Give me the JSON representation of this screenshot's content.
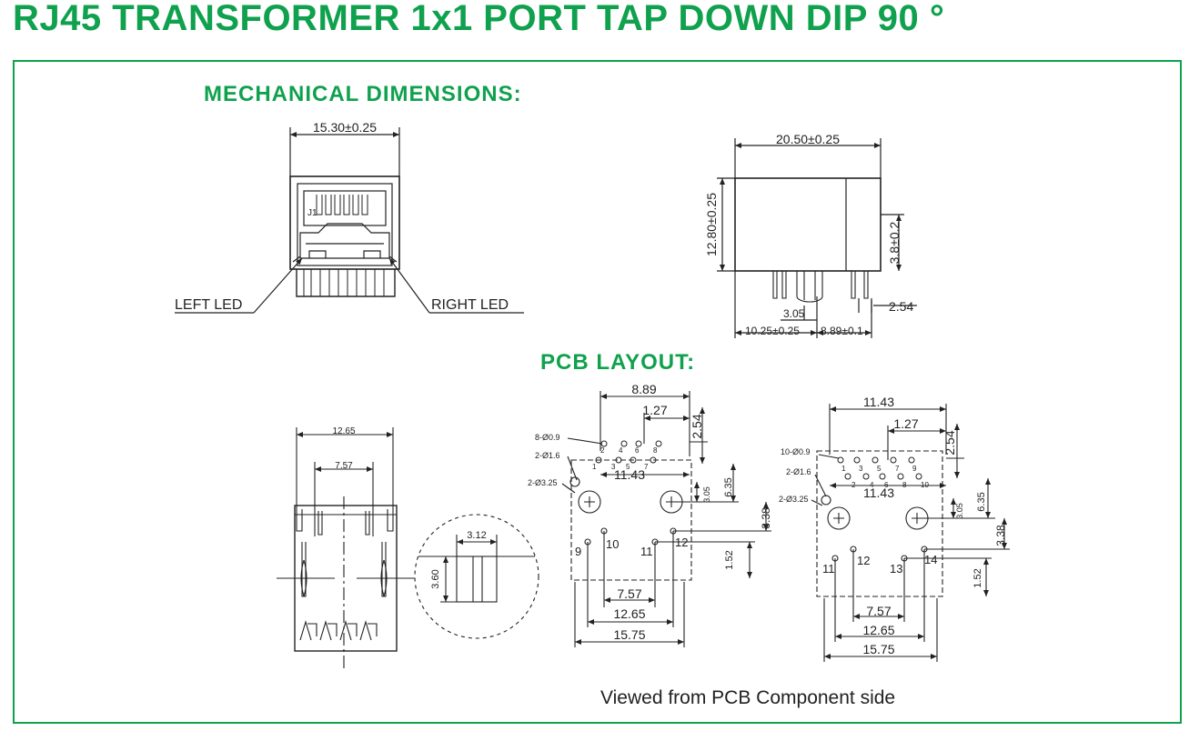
{
  "title": "RJ45 TRANSFORMER 1x1 PORT TAP DOWN DIP 90 °",
  "sections": {
    "mechanical": "MECHANICAL DIMENSIONS:",
    "pcb": "PCB LAYOUT:"
  },
  "caption": "Viewed from PCB Component side",
  "front_view": {
    "width": "15.30±0.25",
    "jack_label": "J1",
    "left_led": "LEFT LED",
    "right_led": "RIGHT LED"
  },
  "side_view": {
    "length": "20.50±0.25",
    "height": "12.80±0.25",
    "pin_height": "3.8±0.2",
    "pin_pitch_small": "2.54",
    "offset": "3.05",
    "front_to_pin": "10.25±0.25",
    "pin_span": "8.89±0.1"
  },
  "bottom_view": {
    "outer": "12.65",
    "inner": "7.57"
  },
  "detail_view": {
    "width": "3.12",
    "height": "3.60"
  },
  "pcb_left": {
    "span": "8.89",
    "pitch": "1.27",
    "row_gap": "2.54",
    "pin_hole": "8-Ø0.9",
    "led_hole": "2-Ø1.6",
    "post_hole": "2-Ø3.25",
    "post_span": "11.43",
    "dim_635": "6.35",
    "dim_305": "3.05",
    "dim_338": "3.38",
    "dim_152": "1.52",
    "dim_757": "7.57",
    "dim_1265": "12.65",
    "dim_1575": "15.75",
    "pin_nums_top": [
      "2",
      "4",
      "6",
      "8"
    ],
    "pin_nums_bottom": [
      "1",
      "3",
      "5",
      "7"
    ],
    "led_pins": [
      "9",
      "10",
      "11",
      "12"
    ]
  },
  "pcb_right": {
    "span": "11.43",
    "pitch": "1.27",
    "row_gap": "2.54",
    "pin_hole": "10-Ø0.9",
    "led_hole": "2-Ø1.6",
    "post_hole": "2-Ø3.25",
    "post_span": "11.43",
    "dim_635": "6.35",
    "dim_305": "3.05",
    "dim_338": "3.38",
    "dim_152": "1.52",
    "dim_757": "7.57",
    "dim_1265": "12.65",
    "dim_1575": "15.75",
    "pin_nums_top": [
      "1",
      "3",
      "5",
      "7",
      "9"
    ],
    "pin_nums_bottom": [
      "2",
      "4",
      "6",
      "8",
      "10"
    ],
    "led_pins": [
      "11",
      "12",
      "13",
      "14"
    ]
  }
}
